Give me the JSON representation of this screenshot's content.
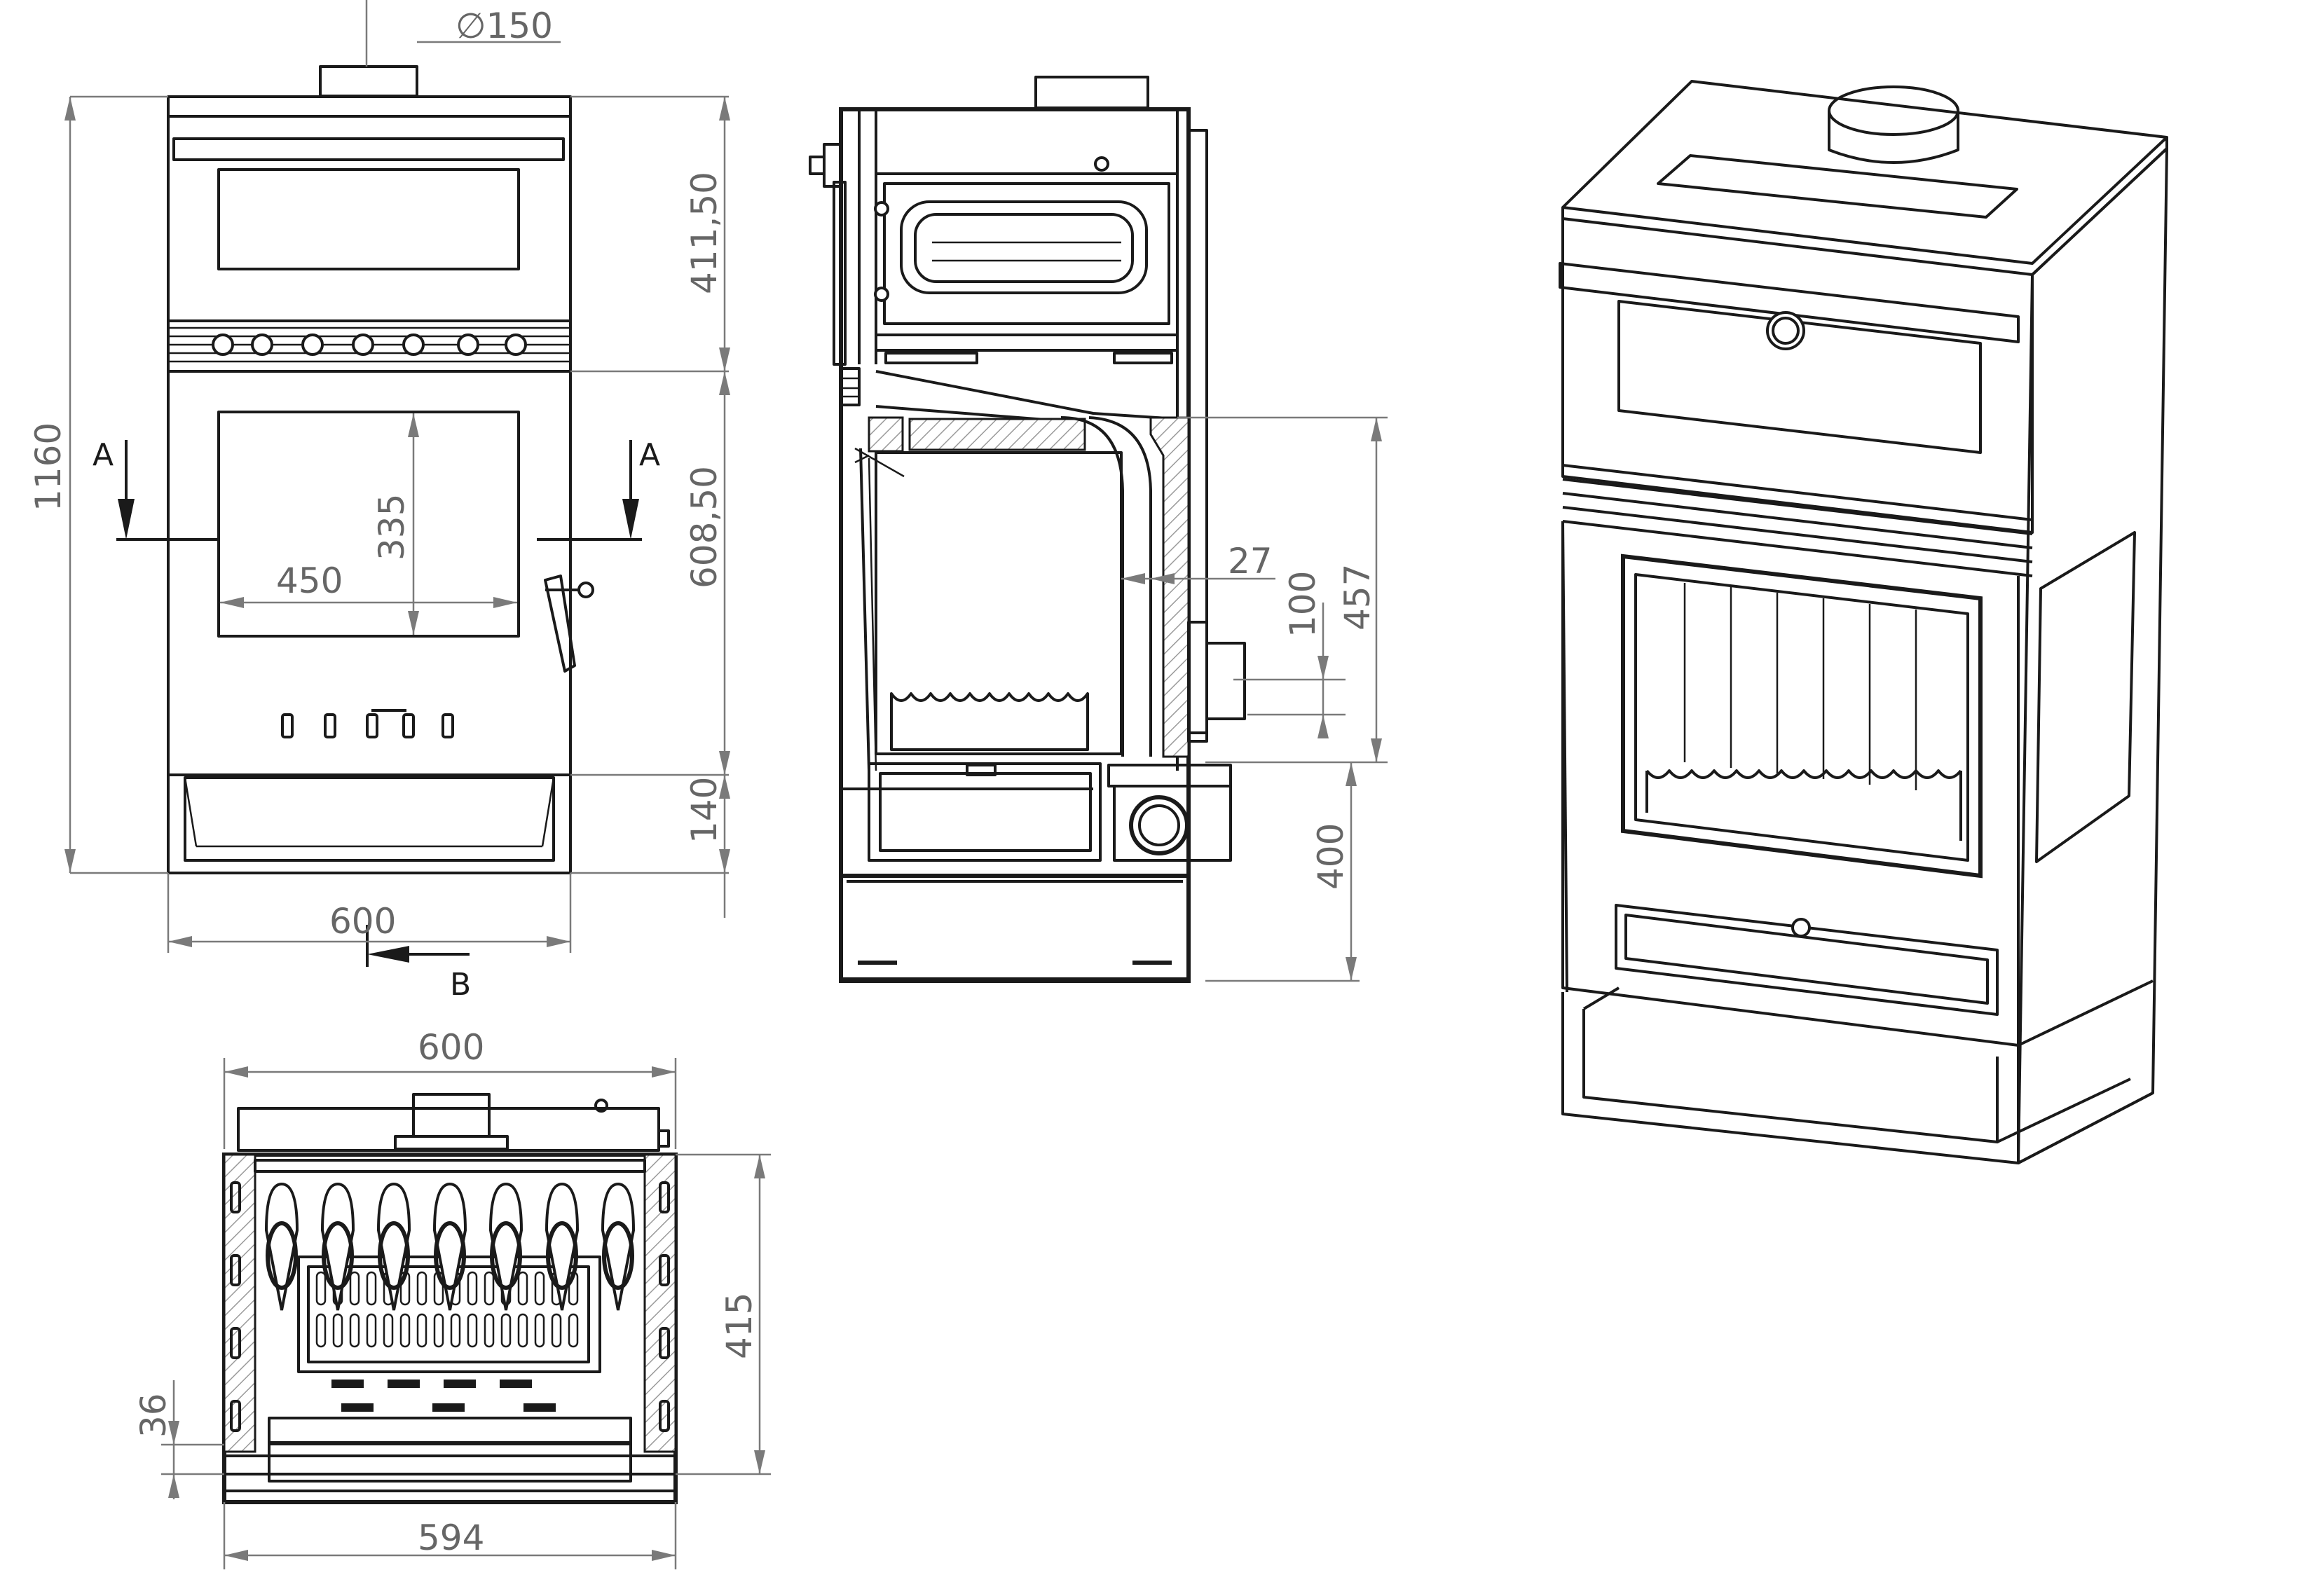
{
  "front_view": {
    "flue_diameter": "∅150",
    "total_height": "1160",
    "oven_height": "411,50",
    "firebox_height": "608,50",
    "base_height": "140",
    "width": "600",
    "glass_height": "335",
    "glass_width": "450",
    "section_label_left": "A",
    "section_label_right": "A",
    "view_label": "B"
  },
  "side_section": {
    "pipe_offset": "27",
    "inlet_height": "100",
    "inlet_center": "457",
    "bottom_height": "400"
  },
  "top_view": {
    "width": "600",
    "inner_width": "594",
    "depth": "415",
    "front_margin": "36"
  }
}
